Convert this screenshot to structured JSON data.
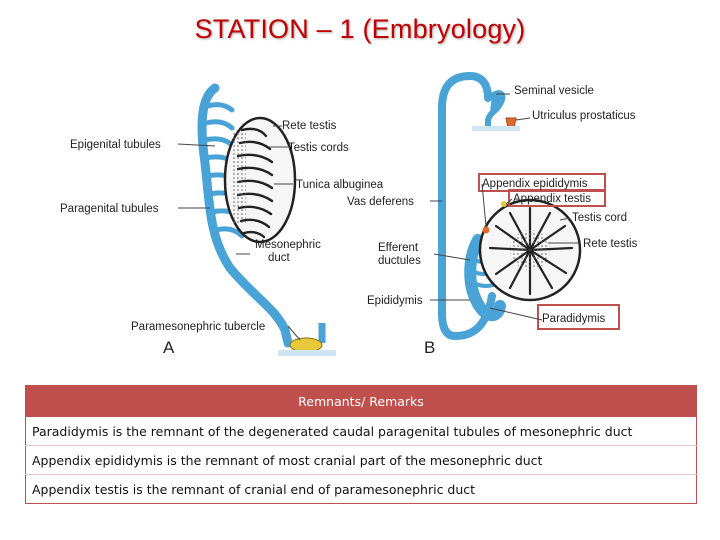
{
  "title": "STATION – 1 (Embryology)",
  "diagram": {
    "panel_a": {
      "letter": "A",
      "labels": {
        "epigenital": "Epigenital tubules",
        "paragenital": "Paragenital tubules",
        "rete": "Rete testis",
        "cords": "Testis cords",
        "tunica": "Tunica albuginea",
        "meso_1": "Mesonephric",
        "meso_2": "duct",
        "tubercle": "Paramesonephric tubercle"
      }
    },
    "panel_b": {
      "letter": "B",
      "labels": {
        "seminal": "Seminal vesicle",
        "utriculus": "Utriculus prostaticus",
        "app_epid": "Appendix epididymis",
        "app_testis": "Appendix testis",
        "vas": "Vas deferens",
        "cord": "Testis cord",
        "eff_1": "Efferent",
        "eff_2": "ductules",
        "rete": "Rete testis",
        "epid": "Epididymis",
        "paradid": "Paradidymis"
      }
    },
    "colors": {
      "duct": "#4aa3d6",
      "highlight": "#c0504d",
      "yellow": "#e8c93c",
      "orange": "#e06a2a"
    }
  },
  "table": {
    "header": "Remnants/ Remarks",
    "rows": [
      {
        "term": "Paradidymis",
        "text": " is the remnant of the degenerated caudal paragenital tubules of mesonephric duct"
      },
      {
        "term": "Appendix epididymis",
        "text": " is the remnant of most cranial part of the mesonephric duct"
      },
      {
        "term": "Appendix testis",
        "text": " is the remnant of cranial end of paramesonephric duct"
      }
    ]
  }
}
